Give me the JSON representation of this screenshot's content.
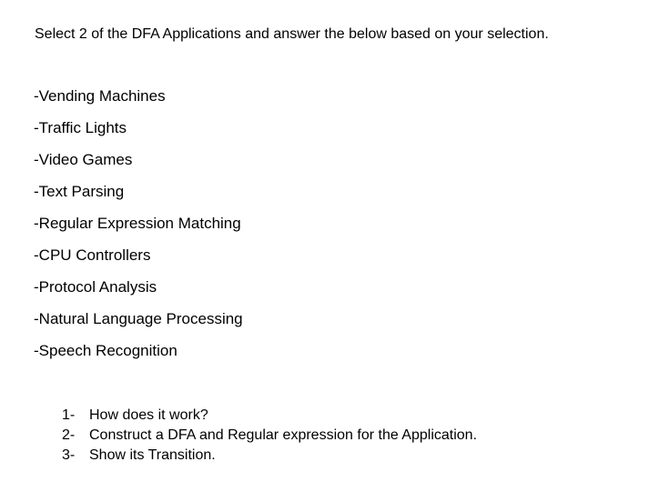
{
  "page": {
    "background_color": "#ffffff",
    "text_color": "#000000"
  },
  "title": "Select 2 of the DFA Applications and answer the below based on your selection.",
  "applications": {
    "items": [
      "-Vending Machines",
      "-Traffic Lights",
      "-Video Games",
      "-Text Parsing",
      "-Regular Expression Matching",
      "-CPU Controllers",
      "-Protocol Analysis",
      "-Natural Language Processing",
      "-Speech Recognition"
    ]
  },
  "questions": {
    "items": [
      {
        "num": "1-",
        "text": "How does it work?"
      },
      {
        "num": "2-",
        "text": "Construct a DFA and Regular expression for the Application."
      },
      {
        "num": "3-",
        "text": "Show its Transition."
      }
    ]
  }
}
